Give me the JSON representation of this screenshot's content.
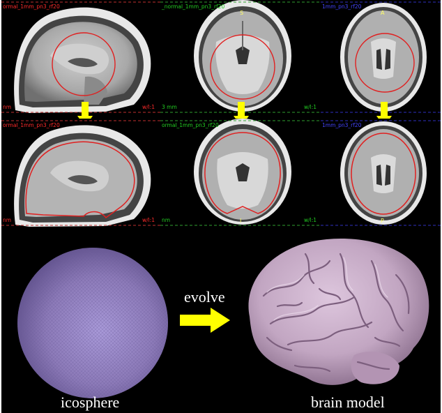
{
  "views": {
    "sagittal_top": {
      "filename": "ormal_1mm_pn3_rf20",
      "left_tag": "nm",
      "right_tag": "w/l:1",
      "orient_top": "",
      "orient_bottom": "",
      "color": "#ff2a2a"
    },
    "coronal_top": {
      "filename": "_normal_1mm_pn3_rf20",
      "left_tag": "3 mm",
      "right_tag": "w/l:1",
      "orient_top": "S",
      "orient_bottom": "",
      "color": "#22cc22"
    },
    "axial_top": {
      "filename": "1mm_pn3_rf20",
      "left_tag": "",
      "right_tag": "",
      "orient_top": "A",
      "orient_bottom": "",
      "color": "#4444ff"
    },
    "sagittal_bottom": {
      "filename": "ormal_1mm_pn3_rf20",
      "left_tag": "nm",
      "right_tag": "w/l:1",
      "orient_top": "",
      "orient_bottom": "",
      "color": "#ff2a2a"
    },
    "coronal_bottom": {
      "filename": "ormal_1mm_pn3_rf20",
      "left_tag": "nm",
      "right_tag": "w/l:1",
      "orient_top": "",
      "orient_bottom": "I",
      "color": "#22cc22"
    },
    "axial_bottom": {
      "filename": "1mm_pn3_rf20",
      "left_tag": "",
      "right_tag": "",
      "orient_top": "",
      "orient_bottom": "P",
      "color": "#4444ff"
    }
  },
  "bottom": {
    "evolve_label": "evolve",
    "icosphere_label": "icosphere",
    "brain_label": "brain model"
  },
  "colors": {
    "arrow": "#ffff00",
    "contour": "#e02020",
    "mesh": "#8c7ab8",
    "brain": "#c8aec8"
  }
}
